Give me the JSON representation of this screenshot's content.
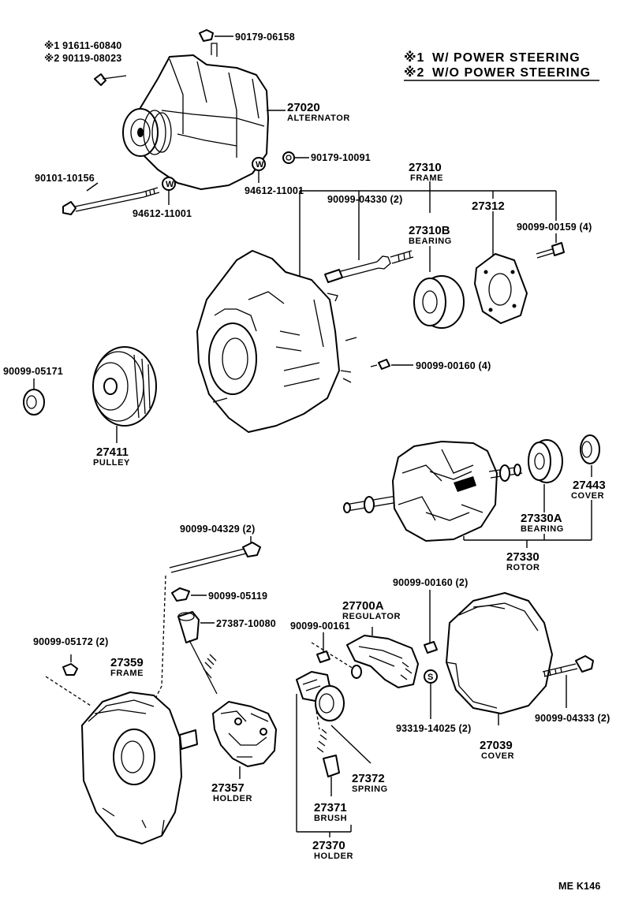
{
  "notes": [
    {
      "mark": "※1",
      "text": "W/ POWER  STEERING"
    },
    {
      "mark": "※2",
      "text": "W/O POWER  STEERING"
    }
  ],
  "labels": {
    "p_ps1": "※1 91611-60840",
    "p_ps2": "※2 90119-08023",
    "p_90179_06158": "90179-06158",
    "p_27020": "27020",
    "n_alternator": "ALTERNATOR",
    "p_90179_10091": "90179-10091",
    "p_90101_10156": "90101-10156",
    "p_94612_a": "94612-11001",
    "p_94612_b": "94612-11001",
    "p_27310": "27310",
    "n_frame_top": "FRAME",
    "p_90099_04330": "90099-04330 (2)",
    "p_27312": "27312",
    "p_27310b": "27310B",
    "n_bearing_top": "BEARING",
    "p_90099_00159": "90099-00159 (4)",
    "p_90099_05171": "90099-05171",
    "p_90099_00160a": "90099-00160 (4)",
    "p_27411": "27411",
    "n_pulley": "PULLEY",
    "p_27443": "27443",
    "n_cover_small": "COVER",
    "p_27330a": "27330A",
    "n_bearing_rotor": "BEARING",
    "p_27330": "27330",
    "n_rotor": "ROTOR",
    "p_90099_04329": "90099-04329 (2)",
    "p_90099_05119": "90099-05119",
    "p_90099_00161": "90099-00161",
    "p_90099_00160b": "90099-00160 (2)",
    "p_27700a": "27700A",
    "n_regulator": "REGULATOR",
    "p_27387": "27387-10080",
    "p_90099_05172": "90099-05172 (2)",
    "p_27359": "27359",
    "n_frame_rear": "FRAME",
    "p_93319": "93319-14025 (2)",
    "p_90099_04333": "90099-04333 (2)",
    "p_27039": "27039",
    "n_cover_rear": "COVER",
    "p_27372": "27372",
    "n_spring": "SPRING",
    "p_27357": "27357",
    "n_holder_357": "HOLDER",
    "p_27371": "27371",
    "n_brush": "BRUSH",
    "p_27370": "27370",
    "n_holder_370": "HOLDER",
    "ref_code": "ME  K146"
  },
  "washer_marks": {
    "w": "W",
    "s": "S"
  }
}
